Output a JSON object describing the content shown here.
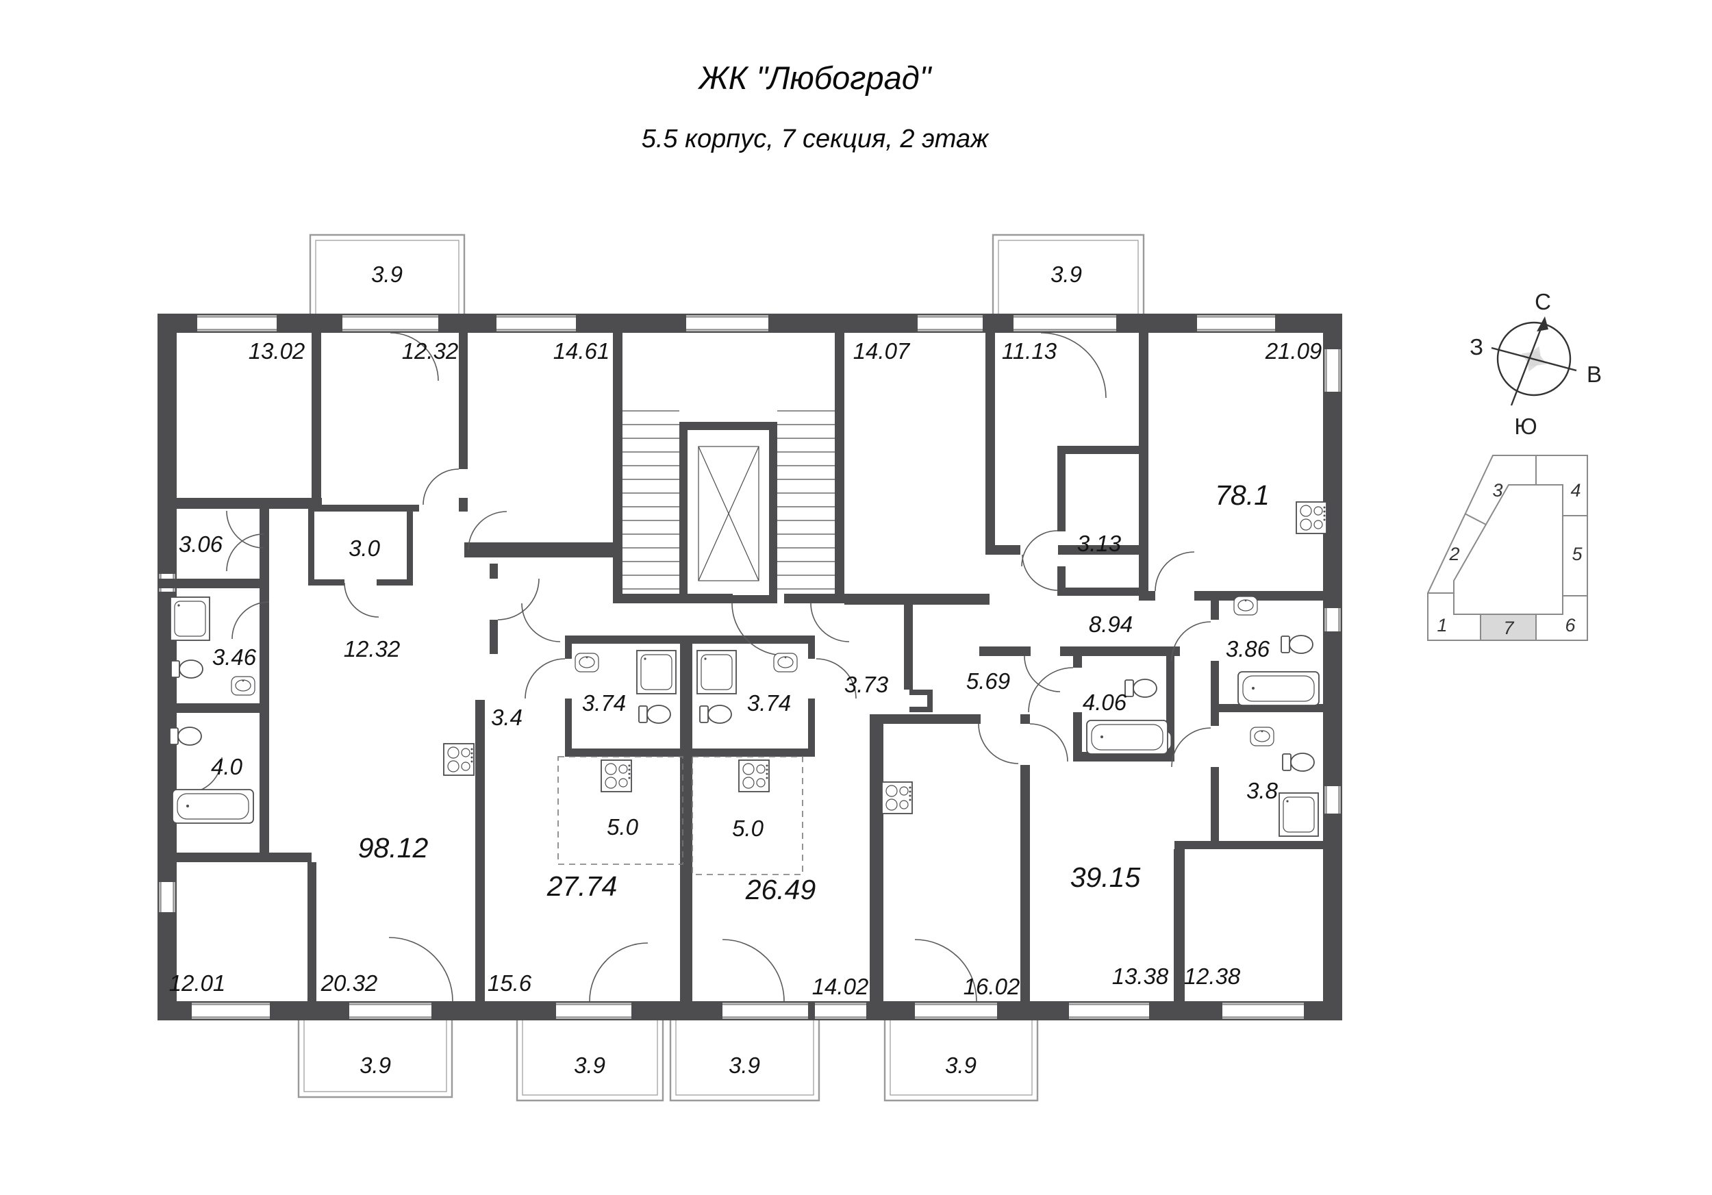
{
  "header": {
    "title": "ЖК \"Любоград\"",
    "subtitle": "5.5 корпус, 7 секция, 2 этаж"
  },
  "compass": {
    "north": "С",
    "south": "Ю",
    "east": "В",
    "west": "З"
  },
  "minimap": {
    "section_1": "1",
    "section_2": "2",
    "section_3": "3",
    "section_4": "4",
    "section_5": "5",
    "section_6": "6",
    "section_7": "7",
    "highlighted_section": "7"
  },
  "plan": {
    "colors": {
      "wall": "#4d4d50",
      "balcony_line": "#9a9a9a",
      "highlight": "#d9d9d9"
    },
    "apartments": {
      "total_98_12": "98.12",
      "total_27_74": "27.74",
      "total_26_49": "26.49",
      "total_39_15": "39.15",
      "total_78_1": "78.1"
    },
    "rooms": {
      "r13_02": "13.02",
      "r12_32_top": "12.32",
      "r14_61": "14.61",
      "r14_07": "14.07",
      "r11_13": "11.13",
      "r21_09": "21.09",
      "r3_06": "3.06",
      "r3_0": "3.0",
      "r3_46": "3.46",
      "r4_0": "4.0",
      "r12_32_hall": "12.32",
      "r3_4": "3.4",
      "r3_74_left": "3.74",
      "r3_74_right": "3.74",
      "r3_73": "3.73",
      "k5_0_left": "5.0",
      "k5_0_right": "5.0",
      "r3_13": "3.13",
      "r8_94": "8.94",
      "r5_69": "5.69",
      "r4_06": "4.06",
      "r3_86": "3.86",
      "r3_8": "3.8",
      "r12_01": "12.01",
      "r20_32": "20.32",
      "r15_6": "15.6",
      "r14_02": "14.02",
      "r16_02": "16.02",
      "r13_38": "13.38",
      "r12_38": "12.38"
    },
    "balconies": {
      "top_left": "3.9",
      "top_right": "3.9",
      "bottom_1": "3.9",
      "bottom_2": "3.9",
      "bottom_3": "3.9",
      "bottom_4": "3.9"
    }
  }
}
